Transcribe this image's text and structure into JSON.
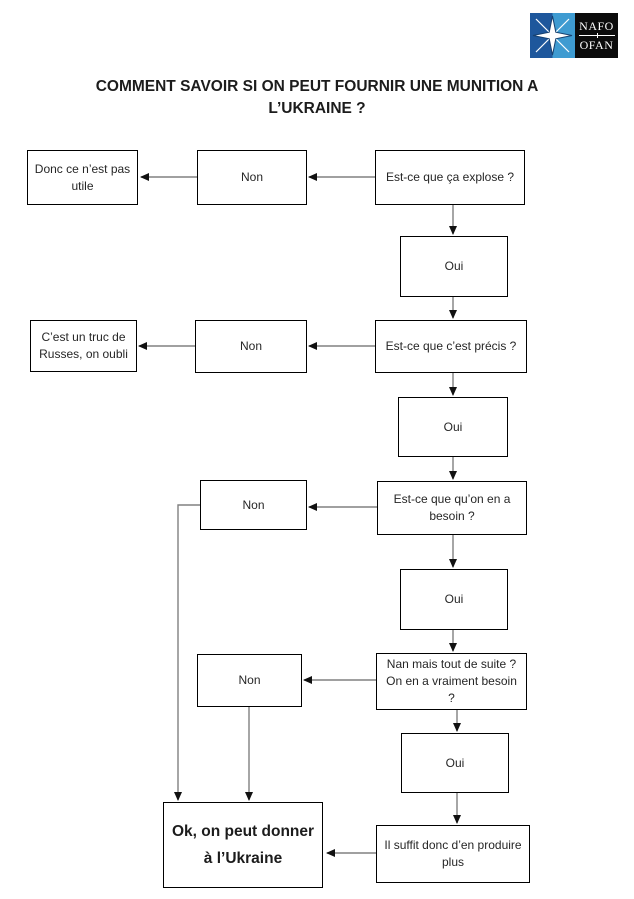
{
  "title": {
    "line1": "COMMENT SAVOIR SI ON PEUT FOURNIR UNE MUNITION A",
    "line2": "L’UKRAINE ?"
  },
  "logo": {
    "nafo": "NAFO",
    "ofan": "OFAN",
    "colors": {
      "flag_left_blue": "#1e579c",
      "flag_right_blue": "#3e9bd1",
      "panel_black": "#0b0b0b",
      "star_white": "#ffffff"
    }
  },
  "nodes": {
    "donc_pas_utile": "Donc ce n’est pas utile",
    "non1": "Non",
    "explose": "Est-ce que ça explose ?",
    "oui1": "Oui",
    "truc_de_russes": "C’est un truc de Russes, on oubli",
    "non2": "Non",
    "precis": "Est-ce que c’est précis ?",
    "oui2": "Oui",
    "non3": "Non",
    "besoin": "Est-ce que qu’on en a besoin ?",
    "oui3": "Oui",
    "non4": "Non",
    "nan_mais": "Nan mais tout de suite ? On en a vraiment besoin ?",
    "oui4": "Oui",
    "ok_donner": "Ok, on peut donner à l’Ukraine",
    "il_suffit": "Il suffit donc d’en produire plus"
  },
  "flow": {
    "line_color": "#808080",
    "arrowhead_color": "#111111",
    "edges": [
      {
        "from": "explose",
        "to": "non1"
      },
      {
        "from": "non1",
        "to": "donc_pas_utile"
      },
      {
        "from": "explose",
        "to": "oui1"
      },
      {
        "from": "oui1",
        "to": "precis"
      },
      {
        "from": "precis",
        "to": "non2"
      },
      {
        "from": "non2",
        "to": "truc_de_russes"
      },
      {
        "from": "precis",
        "to": "oui2"
      },
      {
        "from": "oui2",
        "to": "besoin"
      },
      {
        "from": "besoin",
        "to": "non3"
      },
      {
        "from": "non3",
        "to": "ok_donner"
      },
      {
        "from": "besoin",
        "to": "oui3"
      },
      {
        "from": "oui3",
        "to": "nan_mais"
      },
      {
        "from": "nan_mais",
        "to": "non4"
      },
      {
        "from": "non4",
        "to": "ok_donner"
      },
      {
        "from": "nan_mais",
        "to": "oui4"
      },
      {
        "from": "oui4",
        "to": "il_suffit"
      },
      {
        "from": "il_suffit",
        "to": "ok_donner"
      }
    ]
  }
}
